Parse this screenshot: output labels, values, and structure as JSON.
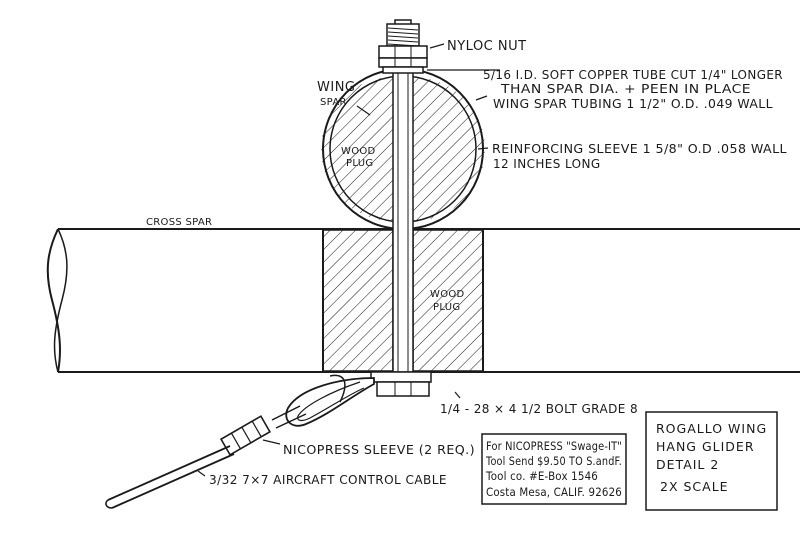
{
  "labels": {
    "nyloc_nut": "NYLOC NUT",
    "copper_tube_line1": "5/16 I.D. SOFT COPPER TUBE CUT 1/4\" LONGER",
    "copper_tube_line2": "THAN SPAR DIA. + PEEN IN PLACE",
    "wing": "WING",
    "spar": "SPAR",
    "wing_spar_tubing": "WING SPAR TUBING 1 1/2\" O.D. .049 WALL",
    "reinforcing_line1": "REINFORCING SLEEVE 1 5/8\" O.D .058 WALL",
    "reinforcing_line2": "12 INCHES LONG",
    "wood_plug_top_1": "WOOD",
    "wood_plug_top_2": "PLUG",
    "cross_spar": "CROSS SPAR",
    "wood_plug_bottom_1": "WOOD",
    "wood_plug_bottom_2": "PLUG",
    "bolt": "1/4 - 28 × 4 1/2 BOLT GRADE 8",
    "nicopress": "NICOPRESS SLEEVE (2 REQ.)",
    "cable": "3/32 7×7 AIRCRAFT CONTROL CABLE"
  },
  "info_box": {
    "line1": "For NICOPRESS \"Swage-IT\"",
    "line2": "Tool Send $9.50 TO S.andF.",
    "line3": "Tool co. #E-Box 1546",
    "line4": "Costa Mesa, CALIF. 92626"
  },
  "title_block": {
    "line1": "ROGALLO WING",
    "line2": "HANG GLIDER",
    "line3": "DETAIL 2",
    "line4": "2X SCALE"
  },
  "colors": {
    "ink": "#1a1a1a",
    "paper": "#ffffff"
  }
}
